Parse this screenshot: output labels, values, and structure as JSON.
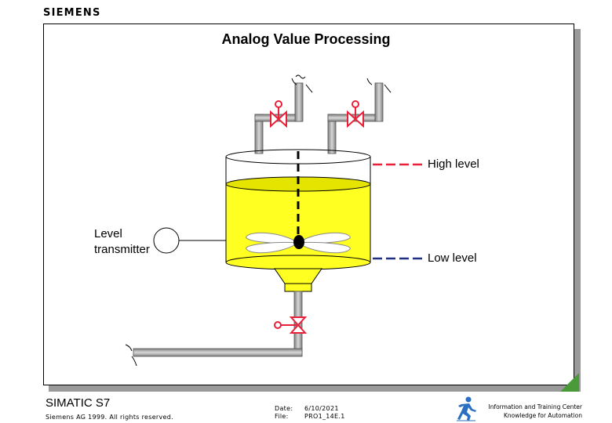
{
  "header": {
    "logo_text": "SIEMENS"
  },
  "slide": {
    "title": "Analog Value Processing",
    "labels": {
      "high_level": "High level",
      "low_level": "Low level",
      "level_transmitter_line1": "Level",
      "level_transmitter_line2": "transmitter"
    }
  },
  "footer": {
    "product": "SIMATIC S7",
    "copyright": "Siemens AG 1999. All rights reserved.",
    "date_label": "Date:",
    "date_value": "6/10/2021",
    "file_label": "File:",
    "file_value": "PRO1_14E.1",
    "itc_line1": "Information and Training Center",
    "itc_line2": "Knowledge for Automation"
  },
  "colors": {
    "liquid": "#ffff22",
    "liquid_dark": "#cccc00",
    "valve": "#e8203a",
    "pipe": "#a0a0a0",
    "high_level_line": "#e8203a",
    "low_level_line": "#203080"
  }
}
